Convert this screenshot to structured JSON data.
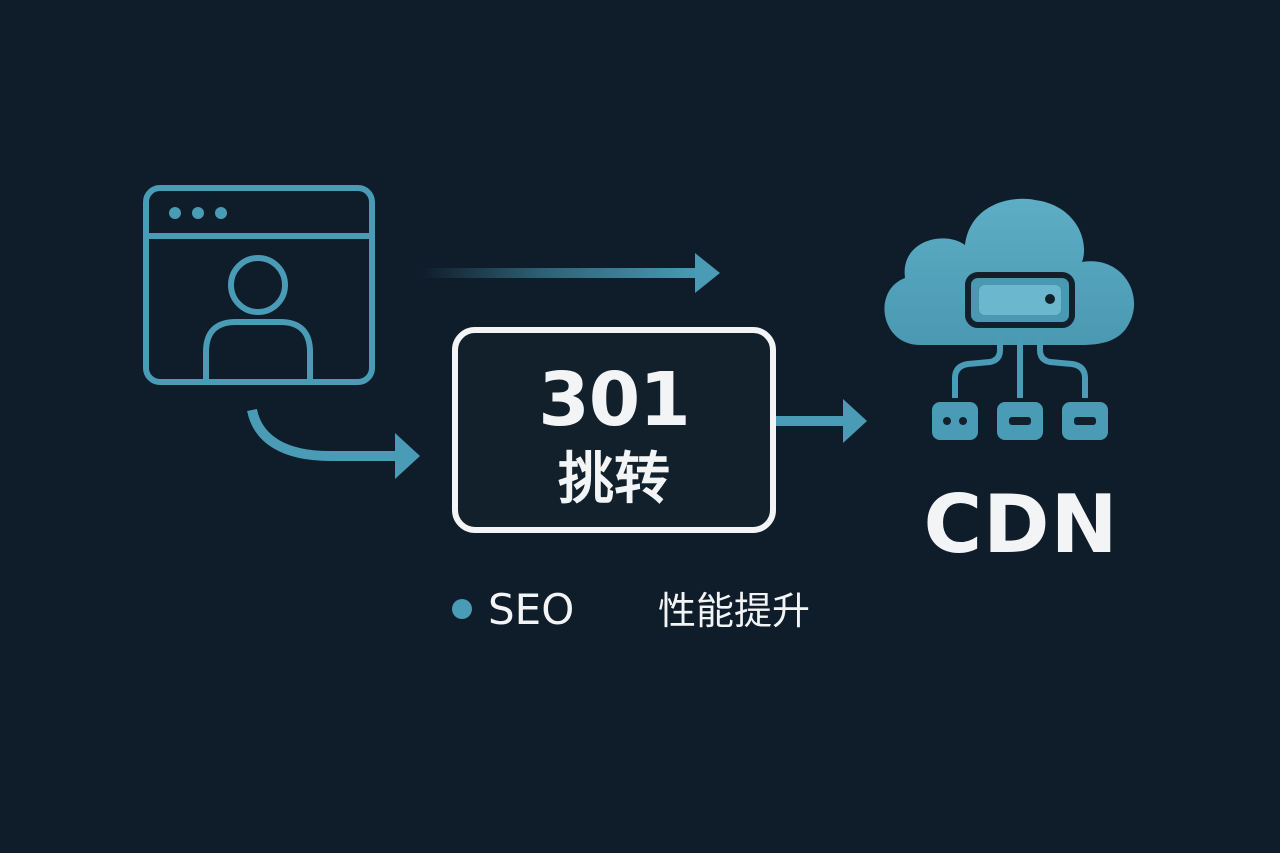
{
  "diagram": {
    "redirect_box": {
      "code": "301",
      "label": "挑转"
    },
    "cdn_label": "CDN",
    "benefits": {
      "seo": "SEO",
      "performance": "性能提升"
    },
    "icons": {
      "browser": "browser-window-user-icon",
      "cloud": "cdn-cloud-server-icon"
    },
    "colors": {
      "background": "#0f1c29",
      "accent": "#4a9bb5",
      "text": "#f2f4f5"
    }
  }
}
